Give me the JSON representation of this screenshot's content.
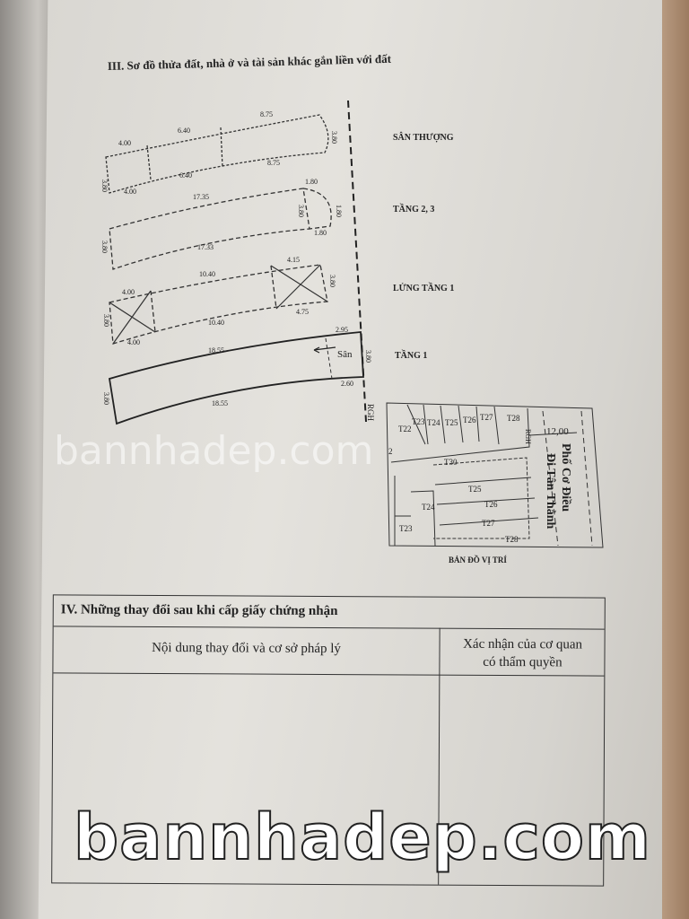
{
  "section3": {
    "title": "III. Sơ đồ thửa đất, nhà ở và tài sản khác gắn liền với đất",
    "floors": {
      "roof": "SÂN THƯỢNG",
      "f23": "TẦNG 2, 3",
      "mezz": "LỬNG TẦNG 1",
      "f1": "TẦNG 1"
    },
    "dims": {
      "roof": {
        "top": [
          "4.00",
          "6.40",
          "8.75"
        ],
        "bottom": [
          "4.00",
          "6.40",
          "8.75"
        ],
        "left": "3.80",
        "right": "3.80"
      },
      "f23": {
        "top": "17.35",
        "top2": "1.80",
        "bottom": "17.33",
        "bottom2": "1.80",
        "left": "3.80",
        "inner": "3.80",
        "right": "1.80"
      },
      "mezz": {
        "top1": "4.00",
        "top2": "10.40",
        "top3": "4.15",
        "bottom1": "4.00",
        "bottom2": "10.40",
        "bottom3": "4.75",
        "left": "3.80",
        "right": "3.80"
      },
      "f1": {
        "top": "18.55",
        "top2": "2.95",
        "bottom": "18.55",
        "bottom2": "2.60",
        "left": "3.80",
        "right": "3.80",
        "yard": "Sân"
      }
    },
    "boundary": "RGH",
    "map": {
      "title": "BẢN ĐỒ VỊ TRÍ",
      "street1": "Phố Cơ Điều",
      "street2": "Đi Tân Thành",
      "width": "12,00",
      "rgh": "RGH",
      "top_lots": [
        "T22",
        "T23",
        "T24",
        "T25",
        "T26",
        "T27",
        "T28"
      ],
      "lot_left": "2",
      "lot_30": "T30",
      "lower_lots": [
        "T25",
        "T26",
        "T24",
        "T27",
        "T23",
        "T28"
      ]
    }
  },
  "section4": {
    "title": "IV. Những thay đổi sau khi cấp giấy chứng nhận",
    "col1": "Nội dung thay đổi và cơ sở pháp lý",
    "col2_line1": "Xác nhận của cơ quan",
    "col2_line2": "có thẩm quyền"
  },
  "watermark": "bannhadep.com"
}
